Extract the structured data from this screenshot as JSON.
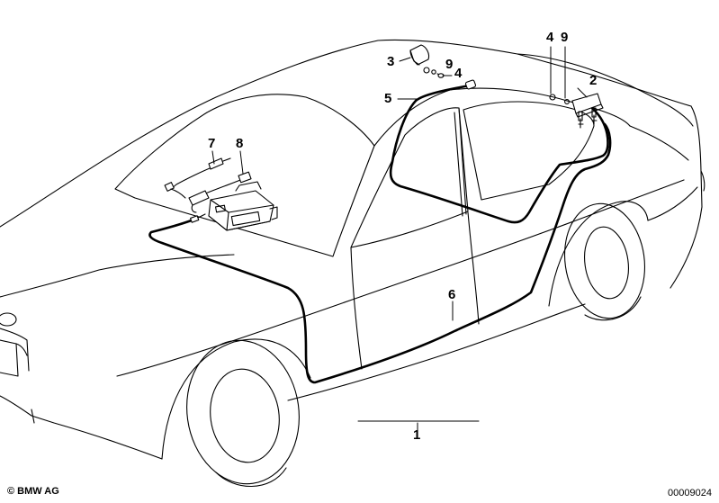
{
  "callouts": {
    "c1": "1",
    "c2": "2",
    "c3": "3",
    "c4_roof": "4",
    "c4_rear": "4",
    "c5": "5",
    "c6": "6",
    "c7": "7",
    "c8": "8",
    "c9_roof": "9",
    "c9_rear": "9"
  },
  "footer": {
    "copyright": "© BMW AG",
    "diagram_number": "00009024"
  }
}
